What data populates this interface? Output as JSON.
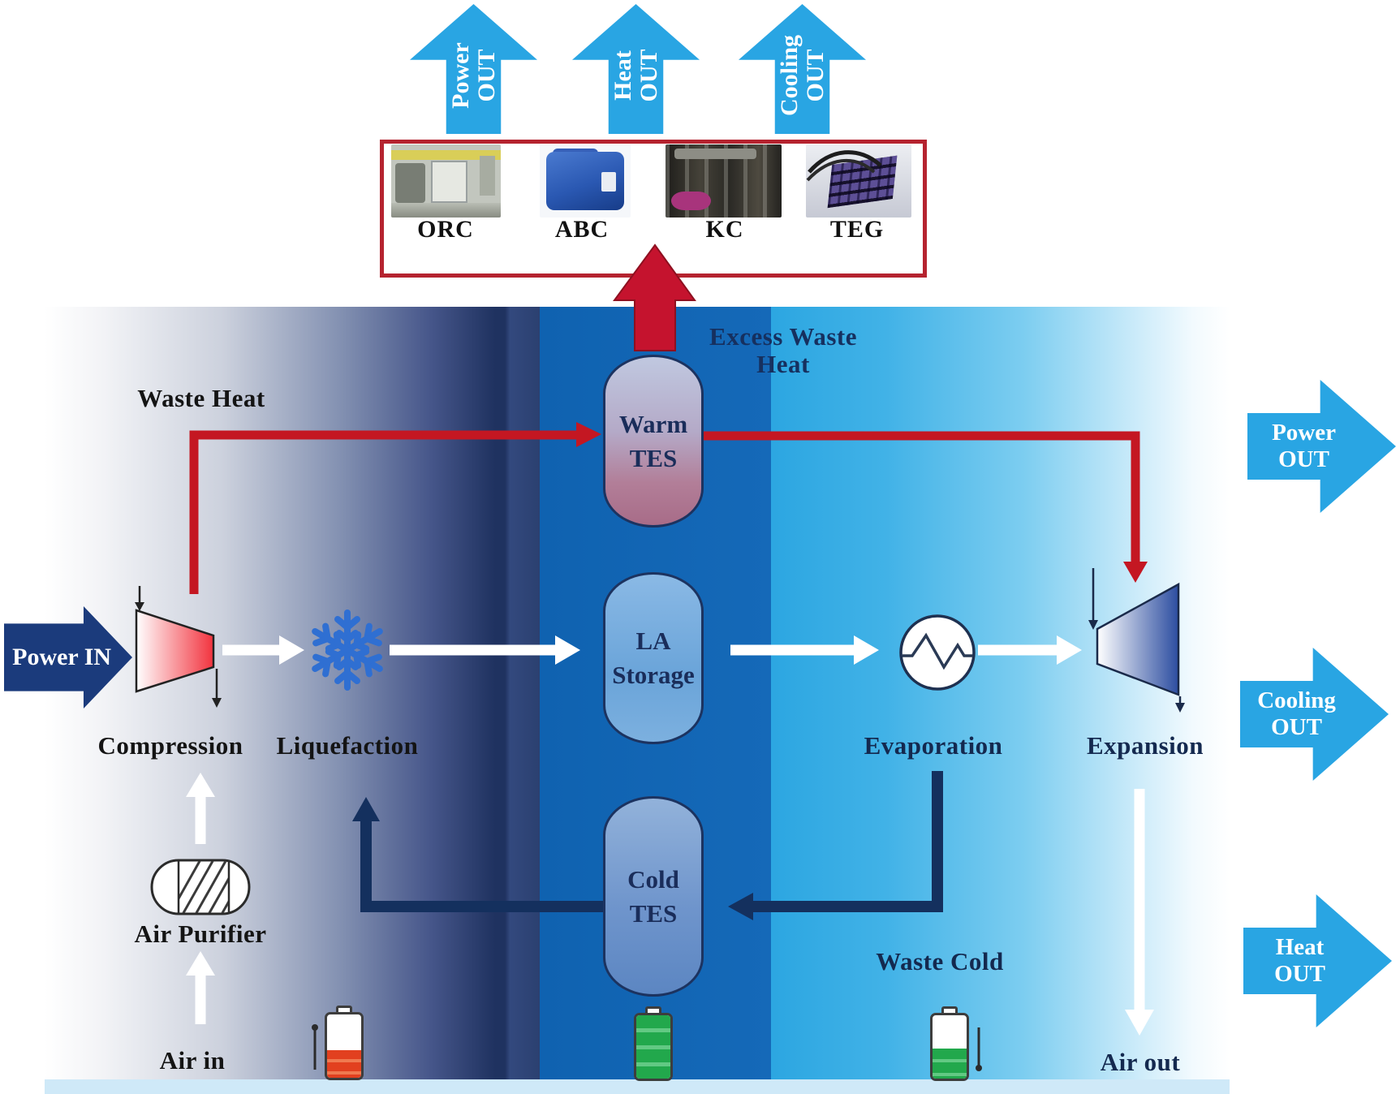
{
  "top_out_arrows": [
    {
      "id": "power",
      "line1": "Power",
      "line2": "OUT"
    },
    {
      "id": "heat",
      "line1": "Heat",
      "line2": "OUT"
    },
    {
      "id": "cooling",
      "line1": "Cooling",
      "line2": "OUT"
    }
  ],
  "equipment_box": {
    "items": [
      {
        "label": "ORC"
      },
      {
        "label": "ABC"
      },
      {
        "label": "KC"
      },
      {
        "label": "TEG"
      }
    ]
  },
  "annotations": {
    "excess_line1": "Excess Waste",
    "excess_line2": "Heat",
    "waste_heat": "Waste Heat",
    "waste_cold": "Waste Cold",
    "air_in": "Air in",
    "air_out": "Air out"
  },
  "stages": {
    "compression": "Compression",
    "liquefaction": "Liquefaction",
    "evaporation": "Evaporation",
    "expansion": "Expansion",
    "air_purifier": "Air Purifier"
  },
  "power_in": {
    "label": "Power IN"
  },
  "tanks": {
    "warm": {
      "line1": "Warm",
      "line2": "TES"
    },
    "la": {
      "line1": "LA",
      "line2": "Storage"
    },
    "cold": {
      "line1": "Cold",
      "line2": "TES"
    }
  },
  "right_out_arrows": [
    {
      "id": "power",
      "line1": "Power",
      "line2": "OUT"
    },
    {
      "id": "cooling",
      "line1": "Cooling",
      "line2": "OUT"
    },
    {
      "id": "heat",
      "line1": "Heat",
      "line2": "OUT"
    }
  ],
  "colors": {
    "cyan_arrow": "#29a5e3",
    "navy_line": "#14305e",
    "power_in_navy": "#1b3b7c",
    "red_line": "#c41722",
    "crimson_box_border": "#b5232f",
    "mid_blue_background": "#1366b4",
    "cyan_background": "#2ea7e1",
    "battery_green": "#22a84c",
    "battery_red": "#e2401f"
  }
}
